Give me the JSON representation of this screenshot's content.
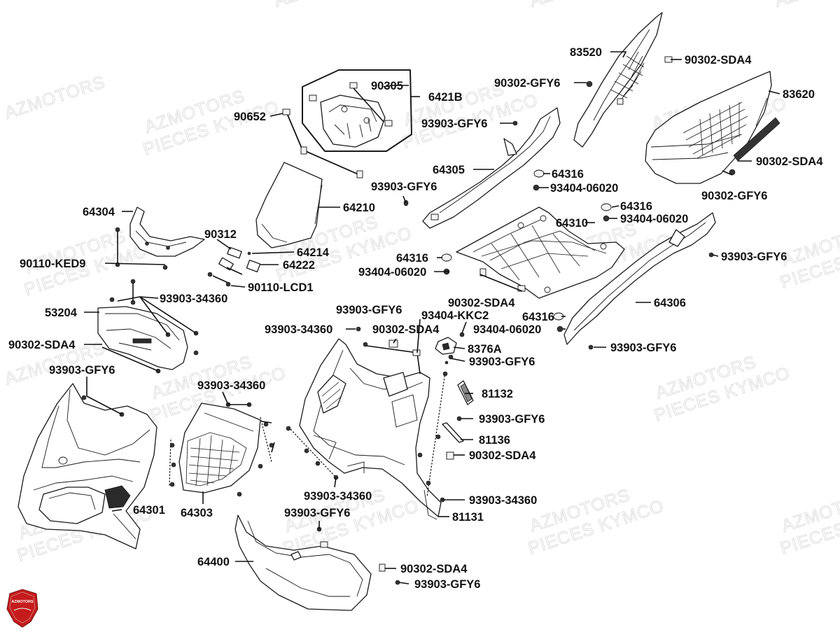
{
  "watermark": {
    "line1": "AZMOTORS",
    "line2": "PIECES KYMCO"
  },
  "logo": {
    "text": "AZMOTORS",
    "color": "#c41c1c"
  },
  "labels": {
    "p83520": "83520",
    "p90302_sda4_a": "90302-SDA4",
    "p90302_gfy6_a": "90302-GFY6",
    "p83620": "83620",
    "p90305": "90305",
    "p6421b": "6421B",
    "p90652": "90652",
    "p93903_gfy6_a": "93903-GFY6",
    "p90302_sda4_b": "90302-SDA4",
    "p64316_a": "64316",
    "p64305": "64305",
    "p93404_06020_a": "93404-06020",
    "p90302_gfy6_b": "90302-GFY6",
    "p93903_gfy6_b": "93903-GFY6",
    "p64210": "64210",
    "p64316_b": "64316",
    "p64304": "64304",
    "p93404_06020_b": "93404-06020",
    "p64310": "64310",
    "p90312": "90312",
    "p64214": "64214",
    "p64316_c": "64316",
    "p93903_gfy6_c": "93903-GFY6",
    "p90110_ked9": "90110-KED9",
    "p64222": "64222",
    "p93404_06020_c": "93404-06020",
    "p90110_lcd1": "90110-LCD1",
    "p90302_sda4_c": "90302-SDA4",
    "p93903_34360_a": "93903-34360",
    "p64306": "64306",
    "p53204": "53204",
    "p93903_gfy6_d": "93903-GFY6",
    "p93404_kkc2": "93404-KKC2",
    "p64316_d": "64316",
    "p93903_34360_b": "93903-34360",
    "p90302_sda4_d": "90302-SDA4",
    "p93404_06020_d": "93404-06020",
    "p90302_sda4_e": "90302-SDA4",
    "p8376a": "8376A",
    "p93903_gfy6_e": "93903-GFY6",
    "p93903_gfy6_f": "93903-GFY6",
    "p93903_gfy6_g": "93903-GFY6",
    "p93903_34360_c": "93903-34360",
    "p81132": "81132",
    "p93903_gfy6_h": "93903-GFY6",
    "p81136": "81136",
    "p90302_sda4_f": "90302-SDA4",
    "p93903_34360_d": "93903-34360",
    "p93903_34360_e": "93903-34360",
    "p64301": "64301",
    "p64303": "64303",
    "p81131": "81131",
    "p93903_gfy6_i": "93903-GFY6",
    "p64400": "64400",
    "p90302_sda4_g": "90302-SDA4",
    "p93903_gfy6_j": "93903-GFY6"
  }
}
